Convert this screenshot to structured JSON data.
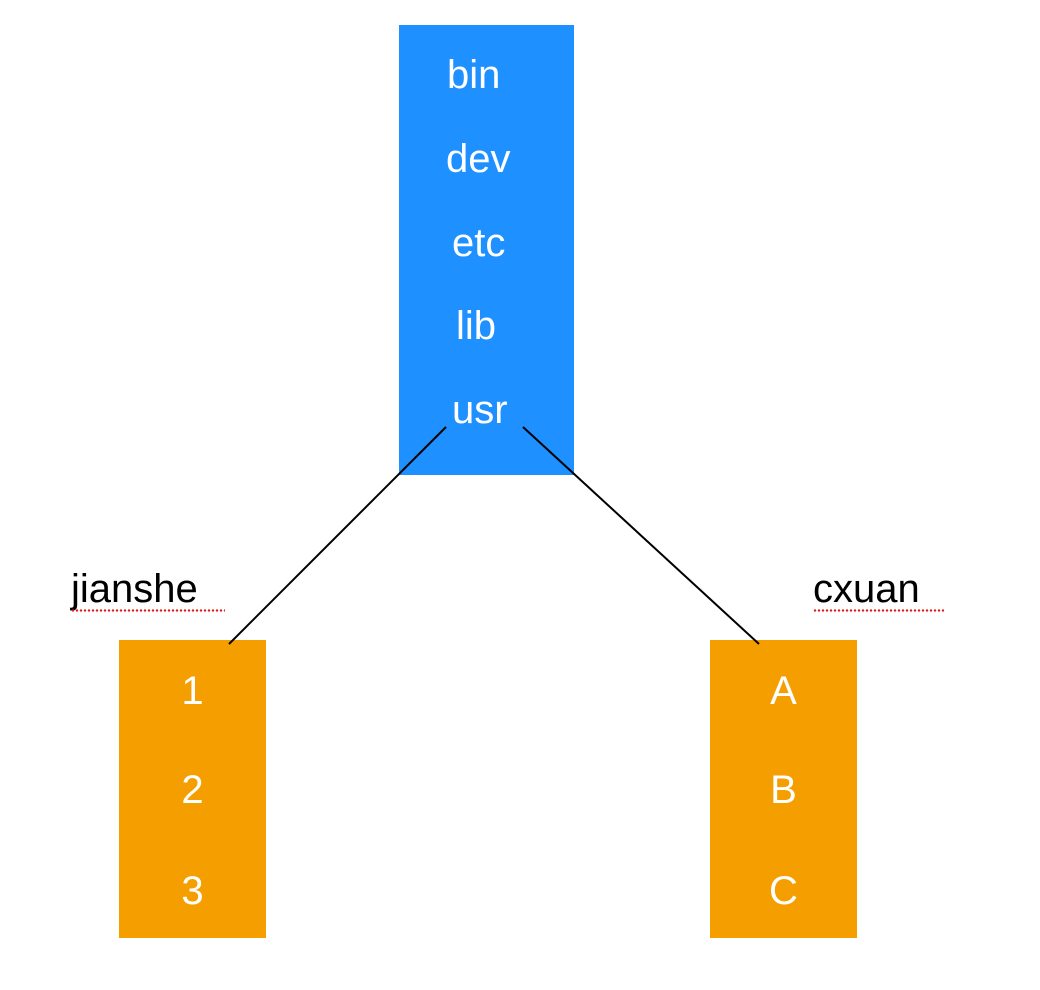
{
  "diagram": {
    "root": {
      "entries": [
        "bin",
        "dev",
        "etc",
        "lib",
        "usr"
      ],
      "fill": "#1e90ff"
    },
    "children": [
      {
        "label": "jianshe",
        "entries": [
          "1",
          "2",
          "3"
        ],
        "fill": "#f59e00"
      },
      {
        "label": "cxuan",
        "entries": [
          "A",
          "B",
          "C"
        ],
        "fill": "#f59e00"
      }
    ],
    "edges": [
      {
        "from": "usr",
        "to": "jianshe"
      },
      {
        "from": "usr",
        "to": "cxuan"
      }
    ],
    "connector_color": "#000000",
    "spellcheck_underline_color": "#e31b1b"
  }
}
